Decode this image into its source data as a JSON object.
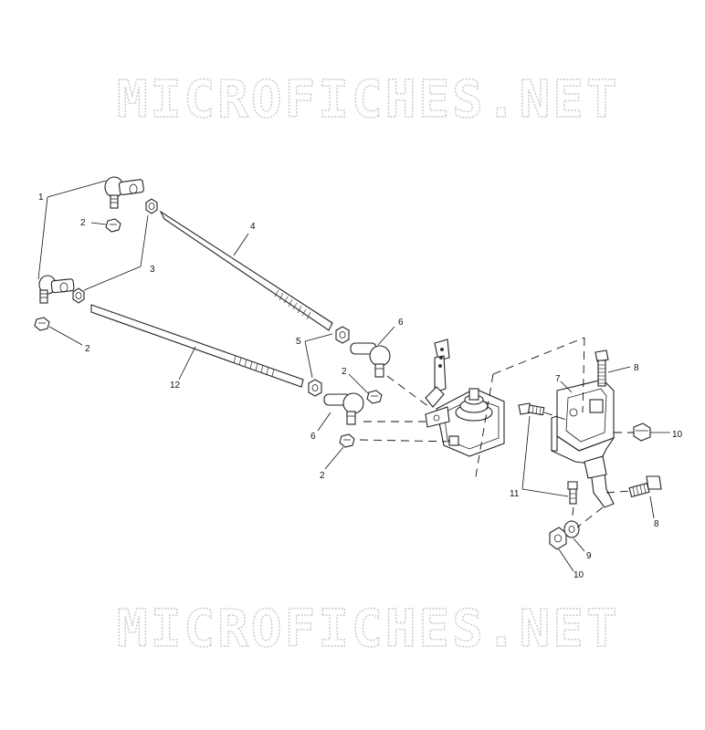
{
  "watermarks": [
    "MICROFICHES.NET",
    "MICROFICHES.NET"
  ],
  "callouts": [
    "1",
    "2",
    "3",
    "4",
    "2",
    "12",
    "5",
    "6",
    "2",
    "6",
    "2",
    "7",
    "8",
    "10",
    "11",
    "8",
    "9",
    "10"
  ]
}
